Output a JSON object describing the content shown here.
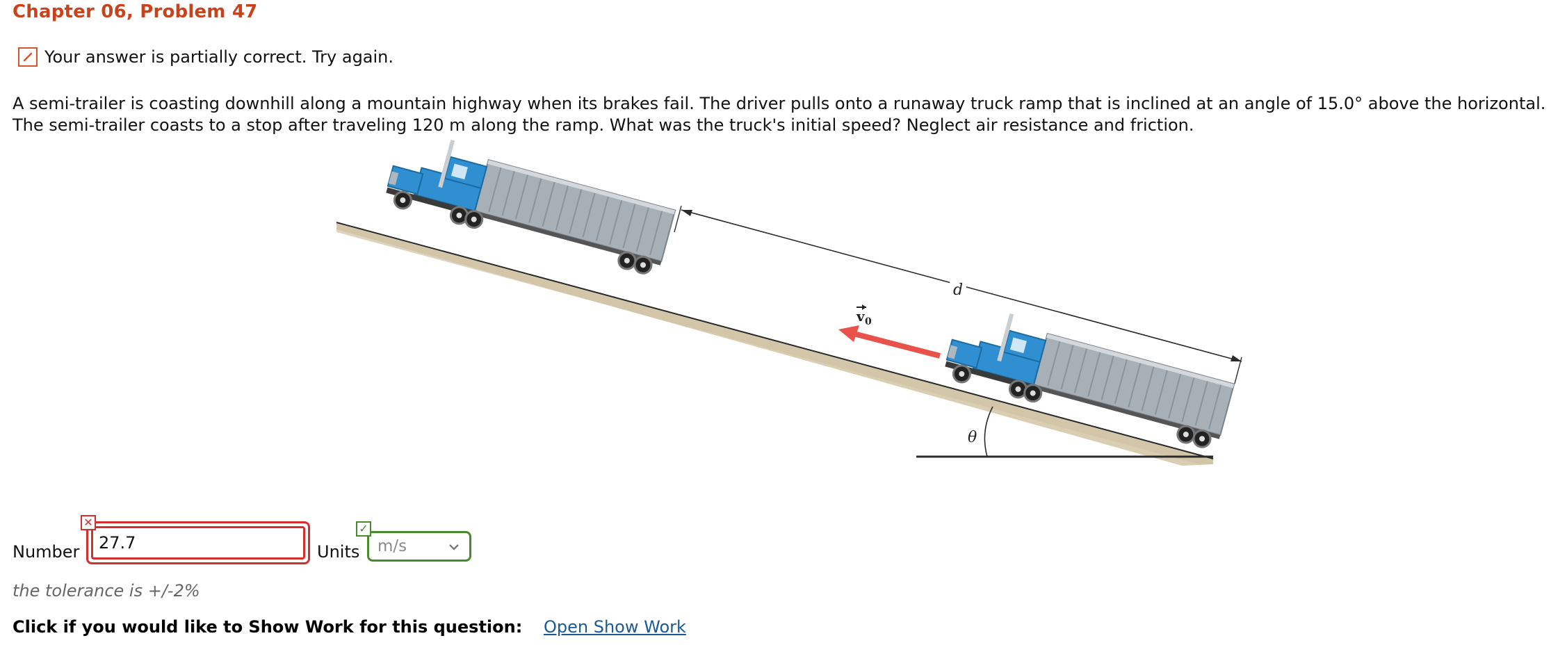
{
  "header": {
    "title": "Chapter 06, Problem 47"
  },
  "feedback": {
    "icon": "pencil-icon",
    "message": "Your answer is partially correct.  Try again."
  },
  "problem": {
    "text": "A semi-trailer is coasting downhill along a mountain highway when its brakes fail. The driver pulls onto a runaway truck ramp that is inclined at an angle of 15.0° above the horizontal. The semi-trailer coasts to a stop after traveling 120 m along the ramp. What was the truck's initial speed? Neglect air resistance and friction."
  },
  "figure": {
    "label_d": "d",
    "label_v0": "v",
    "label_v0_sub": "0",
    "label_theta": "θ",
    "colors": {
      "cab": "#2f8fd0",
      "trailer": "#9aa3ab",
      "arrow": "#e8524a",
      "ground": "#d8ccb0"
    }
  },
  "answer": {
    "number_label": "Number",
    "number_value": "27.7",
    "number_status": "incorrect",
    "number_status_icon": "x-icon",
    "units_label": "Units",
    "units_value": "m/s",
    "units_status": "correct",
    "units_status_icon": "check-icon"
  },
  "tolerance": "the tolerance is +/-2%",
  "show_work": {
    "prompt": "Click if you would like to Show Work for this question:",
    "link": "Open Show Work"
  }
}
